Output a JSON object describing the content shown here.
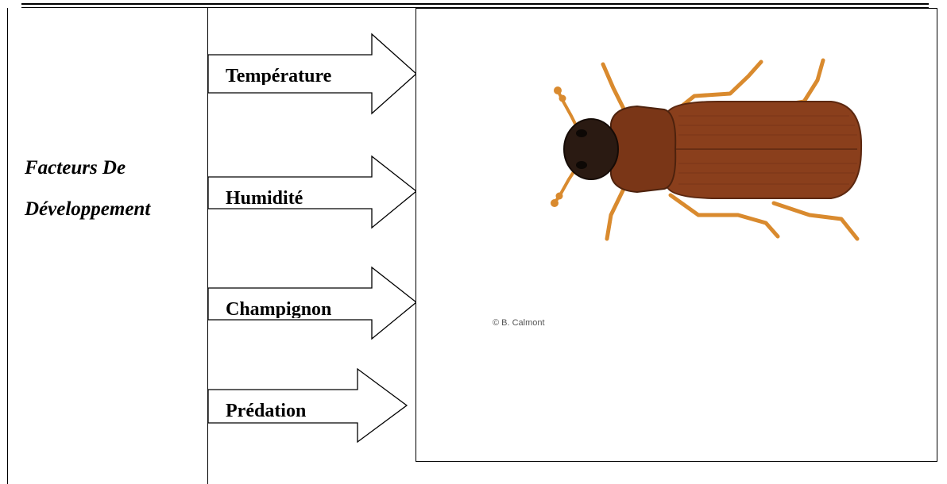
{
  "diagram": {
    "title_line1": "Facteurs De",
    "title_line2": "Développement",
    "factors": [
      {
        "label": "Température"
      },
      {
        "label": "Humidité"
      },
      {
        "label": "Champignon"
      },
      {
        "label": "Prédation"
      }
    ]
  },
  "photo": {
    "credit": "© B. Calmont",
    "subject_icon": "beetle-icon"
  },
  "colors": {
    "line": "#000000",
    "beetle_body": "#8a3f1c",
    "beetle_head": "#2a1a12",
    "beetle_legs": "#d98a2e"
  }
}
